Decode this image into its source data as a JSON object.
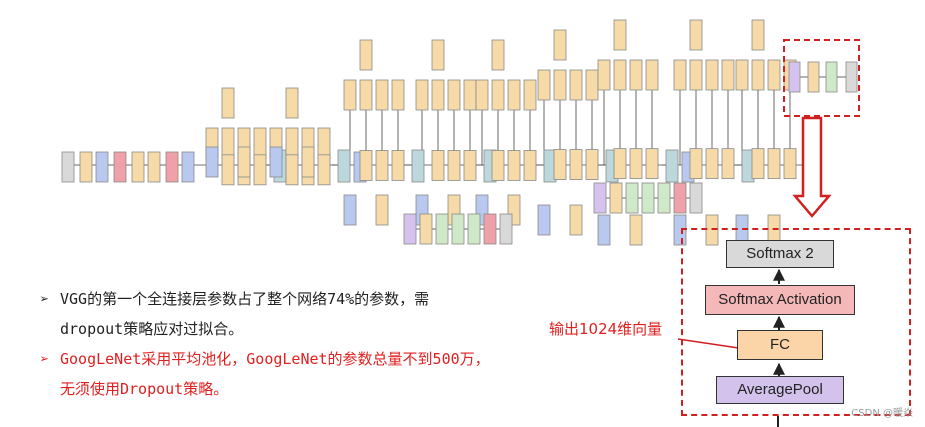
{
  "bullets": [
    {
      "marker": "➢",
      "lines": [
        "VGG的第一个全连接层参数占了整个网络74%的参数，需",
        "dropout策略应对过拟合。"
      ],
      "color": "#222222"
    },
    {
      "marker": "➢",
      "lines": [
        "GoogLeNet采用平均池化，GoogLeNet的参数总量不到500万，",
        "无须使用Dropout策略。"
      ],
      "color": "#e02020"
    }
  ],
  "annotation": "输出1024维向量",
  "detail_layers": [
    {
      "label": "Softmax 2",
      "fill": "#d9d9d9"
    },
    {
      "label": "Softmax Activation",
      "fill": "#f4b8b8"
    },
    {
      "label": "FC",
      "fill": "#fbd5a8"
    },
    {
      "label": "AveragePool",
      "fill": "#d2c2ec"
    }
  ],
  "watermark": "CSDN @暖焱",
  "colors": {
    "highlight": "#d02020",
    "conv": "#f6dba8",
    "pool": "#b8c8ee",
    "concat": "#bcd8dc",
    "fc": "#cfe8c8",
    "softmax": "#d9d9d9",
    "norm": "#f0a0a8",
    "avgpool": "#d6c2ee"
  }
}
